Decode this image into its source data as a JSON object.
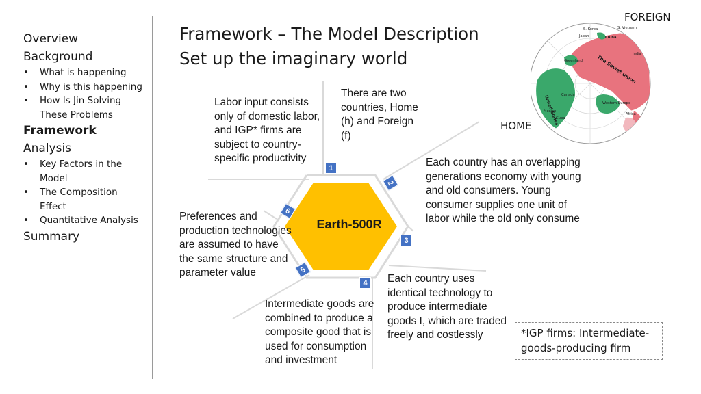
{
  "nav": {
    "overview": "Overview",
    "background": "Background",
    "background_items": [
      "What is happening",
      "Why is this happening",
      "How Is Jin Solving These Problems"
    ],
    "framework": "Framework",
    "analysis": "Analysis",
    "analysis_items": [
      "Key Factors in the Model",
      "The Composition Effect",
      "Quantitative Analysis"
    ],
    "summary": "Summary"
  },
  "title": {
    "line1": "Framework – The Model Description",
    "line2": "Set up the imaginary world"
  },
  "map": {
    "foreign_label": "FOREIGN",
    "home_label": "HOME",
    "home_color": "#3aa86b",
    "foreign_color": "#e8737e",
    "region_labels": [
      "S. Korea",
      "S. Vietnam",
      "Japan",
      "China",
      "India",
      "The Soviet Union",
      "Canada",
      "United States",
      "Western Europe",
      "Africa",
      "Cuba",
      "Mexico",
      "Greenland"
    ]
  },
  "diagram": {
    "center": "Earth-500R",
    "hex_color": "#ffc000",
    "badge_color": "#4472c4",
    "items": [
      {
        "num": "1",
        "text": "Labor input consists only of domestic labor, and IGP* firms are subject to country-specific productivity"
      },
      {
        "num": "2",
        "text": "Each country has an overlapping generations economy with young and old consumers. Young consumer supplies one unit of labor while the old only consume"
      },
      {
        "num": "3",
        "text": "Each country uses identical technology to produce intermediate goods I, which are traded freely and costlessly"
      },
      {
        "num": "4",
        "text": "Intermediate goods are combined to produce a composite good that is used for consumption and investment"
      },
      {
        "num": "5",
        "text": "Preferences and production technologies are assumed to have the same structure and parameter value"
      },
      {
        "num": "6",
        "text": "There are two countries, Home (h) and Foreign (f)"
      }
    ]
  },
  "note": "*IGP firms: Intermediate-goods-producing firm"
}
